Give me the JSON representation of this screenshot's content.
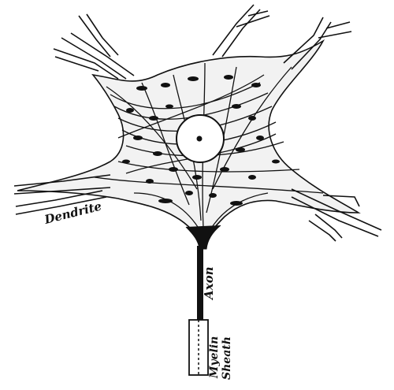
{
  "diagram": {
    "labels": {
      "dendrite": "Dendrite",
      "axon": "Axon",
      "myelin": "Myelin",
      "sheath": "Sheath"
    },
    "colors": {
      "ink": "#111111",
      "paper": "#ffffff"
    }
  }
}
